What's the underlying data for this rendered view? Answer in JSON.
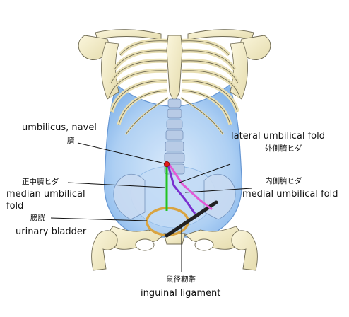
{
  "labels": {
    "umbilicus_en": "umbilicus, navel",
    "umbilicus_ja": "臍",
    "lateral_en": "lateral umbilical fold",
    "lateral_ja": "外側臍ヒダ",
    "median_ja": "正中臍ヒダ",
    "median_en_line1": "median umbilical",
    "median_en_line2": "fold",
    "medial_ja": "内側臍ヒダ",
    "medial_en": "medial umbilical fold",
    "bladder_ja": "膀胱",
    "bladder_en": "urinary bladder",
    "inguinal_ja": "鼠径靭帯",
    "inguinal_en": "inguinal ligament"
  },
  "colors": {
    "bone": "#f3ecc8",
    "bone_outline": "#6f6a52",
    "abdomen": "#a9cdf3",
    "abdomen_outline": "#5b8fd0",
    "median_fold": "#22c322",
    "medial_fold": "#7a2fd0",
    "lateral_fold": "#e25ad6",
    "bladder_ring": "#d9a441",
    "inguinal_ligament": "#222222",
    "umbilicus_dot": "#e01b1b"
  }
}
